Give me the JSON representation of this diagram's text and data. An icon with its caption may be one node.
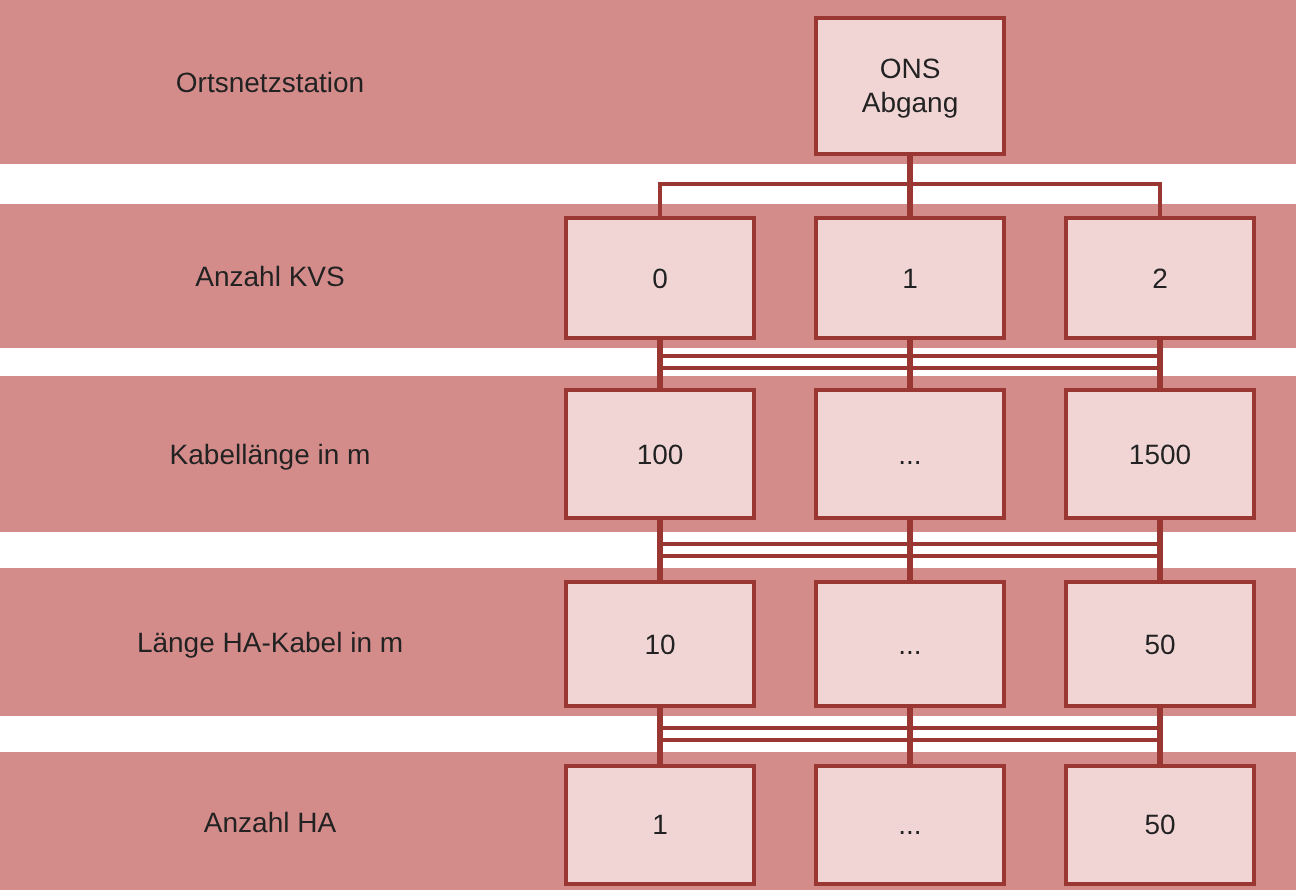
{
  "diagram": {
    "nodes": [
      {
        "text": [
          "Ortsnetzstation"
        ]
      },
      {
        "text": [
          "ONS Abgang"
        ],
        "in": 0
      },
      {
        "text": [
          "Anzahl KVS"
        ]
      },
      {
        "text": [
          "0"
        ],
        "in": 2
      },
      {
        "text": [
          "1"
        ],
        "in": 2
      },
      {
        "text": [
          "2"
        ],
        "in": 2
      },
      {
        "text": [
          "Kabellänge in m"
        ]
      },
      {
        "text": [
          "100"
        ],
        "in": 6
      },
      {
        "text": [
          "..."
        ],
        "in": 6
      },
      {
        "text": [
          "1500"
        ],
        "in": 6
      },
      {
        "text": [
          "Länge HA-Kabel in m"
        ]
      },
      {
        "text": [
          "10"
        ],
        "in": 10
      },
      {
        "text": [
          "..."
        ],
        "in": 10
      },
      {
        "text": [
          "50"
        ],
        "in": 10
      },
      {
        "text": [
          "Anzahl HA"
        ]
      },
      {
        "text": [
          "1"
        ],
        "in": 14
      },
      {
        "text": [
          "..."
        ],
        "in": 14
      },
      {
        "text": [
          "50"
        ],
        "in": 14
      }
    ],
    "edges": [
      {
        "from": 1,
        "to": 3,
        "arrow": "none"
      },
      {
        "from": 1,
        "to": 4,
        "arrow": "none"
      },
      {
        "from": 1,
        "to": 5,
        "arrow": "none"
      },
      {
        "from": 3,
        "to": 7,
        "arrow": "none"
      },
      {
        "from": 3,
        "to": 8,
        "arrow": "none"
      },
      {
        "from": 3,
        "to": 9,
        "arrow": "none"
      },
      {
        "from": 4,
        "to": 7,
        "arrow": "none"
      },
      {
        "from": 4,
        "to": 8,
        "arrow": "none"
      },
      {
        "from": 4,
        "to": 9,
        "arrow": "none"
      },
      {
        "from": 5,
        "to": 7,
        "arrow": "none"
      },
      {
        "from": 5,
        "to": 8,
        "arrow": "none"
      },
      {
        "from": 5,
        "to": 9,
        "arrow": "none"
      },
      {
        "from": 7,
        "to": 11,
        "arrow": "none"
      },
      {
        "from": 7,
        "to": 12,
        "arrow": "none"
      },
      {
        "from": 7,
        "to": 13,
        "arrow": "none"
      },
      {
        "from": 8,
        "to": 11,
        "arrow": "none"
      },
      {
        "from": 8,
        "to": 12,
        "arrow": "none"
      },
      {
        "from": 8,
        "to": 13,
        "arrow": "none"
      },
      {
        "from": 9,
        "to": 11,
        "arrow": "none"
      },
      {
        "from": 9,
        "to": 12,
        "arrow": "none"
      },
      {
        "from": 9,
        "to": 13,
        "arrow": "none"
      },
      {
        "from": 11,
        "to": 15,
        "arrow": "none"
      },
      {
        "from": 11,
        "to": 16,
        "arrow": "none"
      },
      {
        "from": 11,
        "to": 17,
        "arrow": "none"
      },
      {
        "from": 12,
        "to": 15,
        "arrow": "none"
      },
      {
        "from": 12,
        "to": 16,
        "arrow": "none"
      },
      {
        "from": 12,
        "to": 17,
        "arrow": "none"
      },
      {
        "from": 13,
        "to": 15,
        "arrow": "none"
      },
      {
        "from": 13,
        "to": 16,
        "arrow": "none"
      },
      {
        "from": 13,
        "to": 17,
        "arrow": "none"
      }
    ]
  }
}
